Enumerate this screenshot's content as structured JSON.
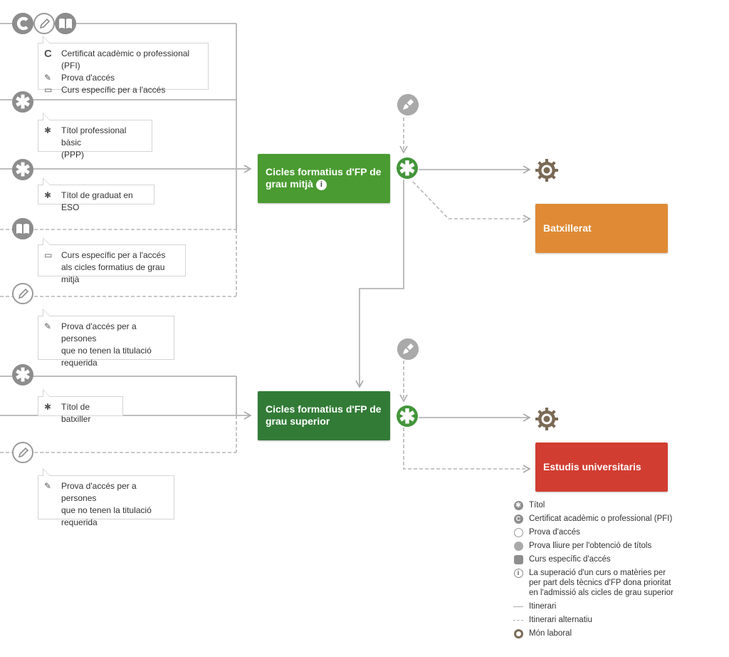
{
  "callouts": {
    "c1": [
      "Certificat acadèmic o professional (PFI)",
      "Prova d'accés",
      "Curs específic per a l'accés"
    ],
    "c2": [
      "Títol professional bàsic",
      "(PPP)"
    ],
    "c3": [
      "Títol de graduat en ESO"
    ],
    "c4": [
      "Curs específic per a l'accés",
      "als cicles formatius de grau mitjà"
    ],
    "c5": [
      "Prova d'accés per a persones",
      "que no tenen la titulació",
      "requerida"
    ],
    "c6": [
      "Títol de batxiller"
    ],
    "c7": [
      "Prova d'accés per a persones",
      "que no tenen la titulació",
      "requerida"
    ]
  },
  "nodes": {
    "grau_mitja": [
      "Cicles formatius d'FP de",
      "grau mitjà"
    ],
    "grau_superior": [
      "Cicles formatius d'FP de",
      "grau superior"
    ],
    "batxillerat": "Batxillerat",
    "universitaris": "Estudis universitaris",
    "info_glyph": "i"
  },
  "legend": {
    "titol": "Títol",
    "certificat": "Certificat acadèmic o professional (PFI)",
    "prova": "Prova d'accés",
    "prova_lliure": "Prova lliure per l'obtenció de títols",
    "curs": "Curs específic d'accés",
    "info": [
      "La superació d'un curs o matèries per",
      "per part dels tècnics d'FP dona prioritat",
      "en l'admissió als cicles de grau superior"
    ],
    "itinerari": "Itinerari",
    "alternatiu": "Itinerari alternatiu",
    "mon_laboral": "Món laboral"
  },
  "colors": {
    "green_mid": "#4a9b31",
    "green_sup": "#327b36",
    "orange": "#e08a35",
    "red": "#d23d32",
    "line": "#b5b5b5"
  }
}
